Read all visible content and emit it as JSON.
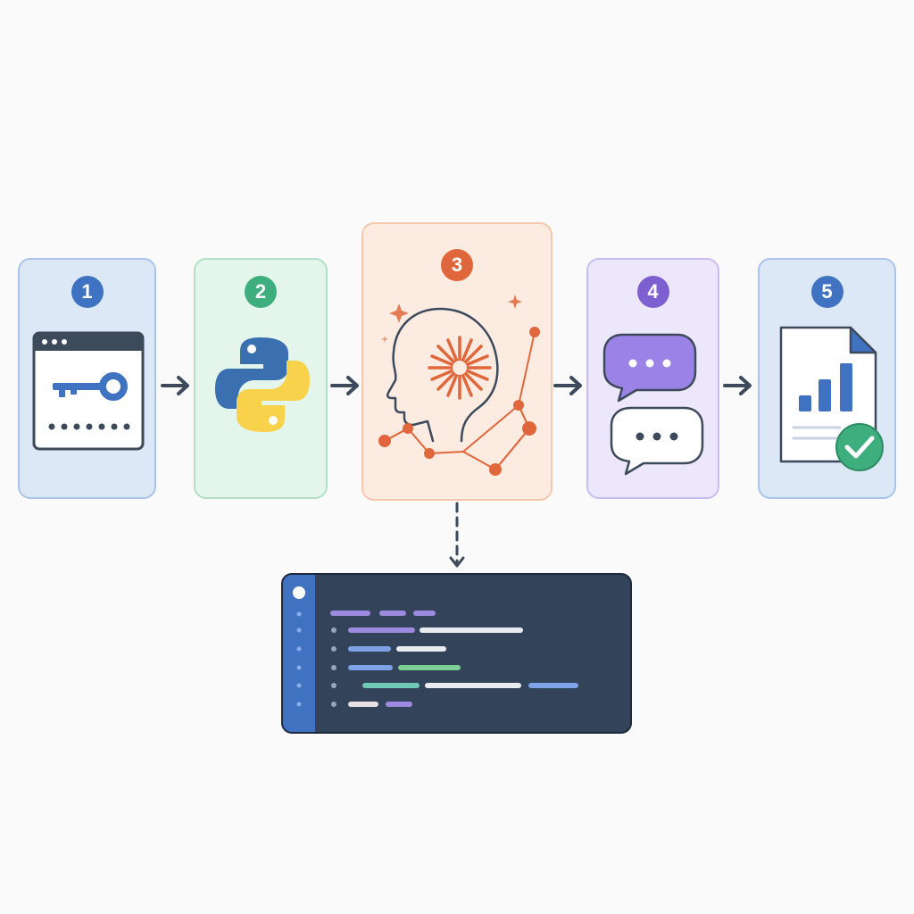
{
  "steps": [
    {
      "number": "1",
      "icon": "browser-key-icon",
      "color": "#3f73c1",
      "bg": "#dde8f7",
      "border": "#a9c3ea"
    },
    {
      "number": "2",
      "icon": "python-logo-icon",
      "color": "#3fae7f",
      "bg": "#e4f5ec",
      "border": "#b2e0c7"
    },
    {
      "number": "3",
      "icon": "ai-head-icon",
      "color": "#e0673b",
      "bg": "#fcebe1",
      "border": "#f5c7ad"
    },
    {
      "number": "4",
      "icon": "chat-bubbles-icon",
      "color": "#7d5fd0",
      "bg": "#ece7fa",
      "border": "#cbbcf0"
    },
    {
      "number": "5",
      "icon": "report-check-icon",
      "color": "#3f73c1",
      "bg": "#dde8f7",
      "border": "#a9c3ea"
    }
  ],
  "code_panel": {
    "icon": "code-editor-icon",
    "bg": "#33435a",
    "gutter": "#3f73c1"
  },
  "colors": {
    "arrow": "#3d4a5c",
    "python_blue": "#3a6fb0",
    "python_yellow": "#f7d24a",
    "accent_orange": "#e0673b",
    "check_green": "#3fae7f"
  }
}
